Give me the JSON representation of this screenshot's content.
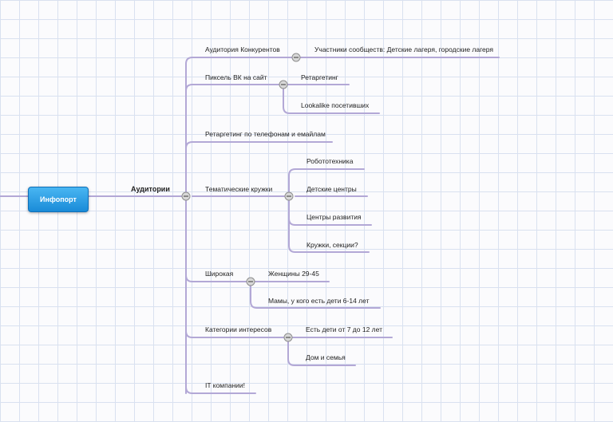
{
  "root": {
    "label": "Инфопорт"
  },
  "hub": {
    "label": "Аудитории"
  },
  "branches": [
    {
      "label": "Аудитория Конкурентов",
      "children": [
        "Участники сообществ: Детские лагеря, городские лагеря"
      ]
    },
    {
      "label": "Пиксель ВК на сайт",
      "children": [
        "Ретаргетинг",
        "Lookalike посетивших"
      ]
    },
    {
      "label": "Ретаргетинг по телефонам и емайлам",
      "children": []
    },
    {
      "label": "Тематические кружки",
      "children": [
        "Робототехника",
        "Детские центры",
        "Центры развития",
        "Кружки, секции?"
      ]
    },
    {
      "label": "Широкая",
      "children": [
        "Женщины 29-45",
        "Мамы, у кого есть дети 6-14 лет"
      ]
    },
    {
      "label": "Категории интересов",
      "children": [
        "Есть дети от 7 до 12 лет",
        "Дом и семья"
      ]
    },
    {
      "label": "IT компании!",
      "children": []
    }
  ],
  "colors": {
    "edge": "#b3a8d6",
    "toggle_fill": "#d8d8d8",
    "toggle_stroke": "#8e8e8e",
    "root_fill": "#1a8bd8"
  }
}
